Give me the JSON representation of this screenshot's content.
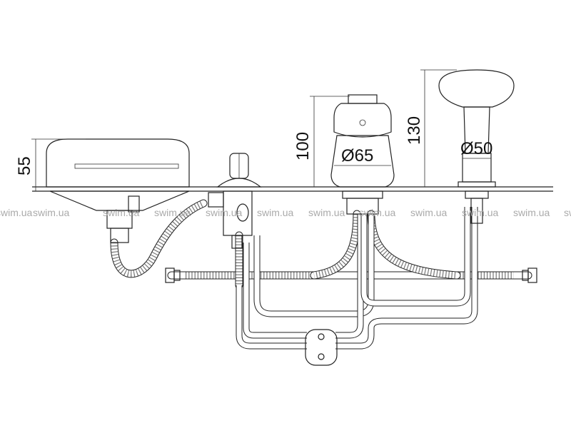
{
  "dimensions": {
    "soap_height": "55",
    "mixer_height": "100",
    "mixer_diameter": "Ø65",
    "shower_height": "130",
    "shower_diameter": "Ø50"
  },
  "watermark": "swim.ua",
  "colors": {
    "line": "#222222",
    "watermark": "#aaaaaa"
  }
}
